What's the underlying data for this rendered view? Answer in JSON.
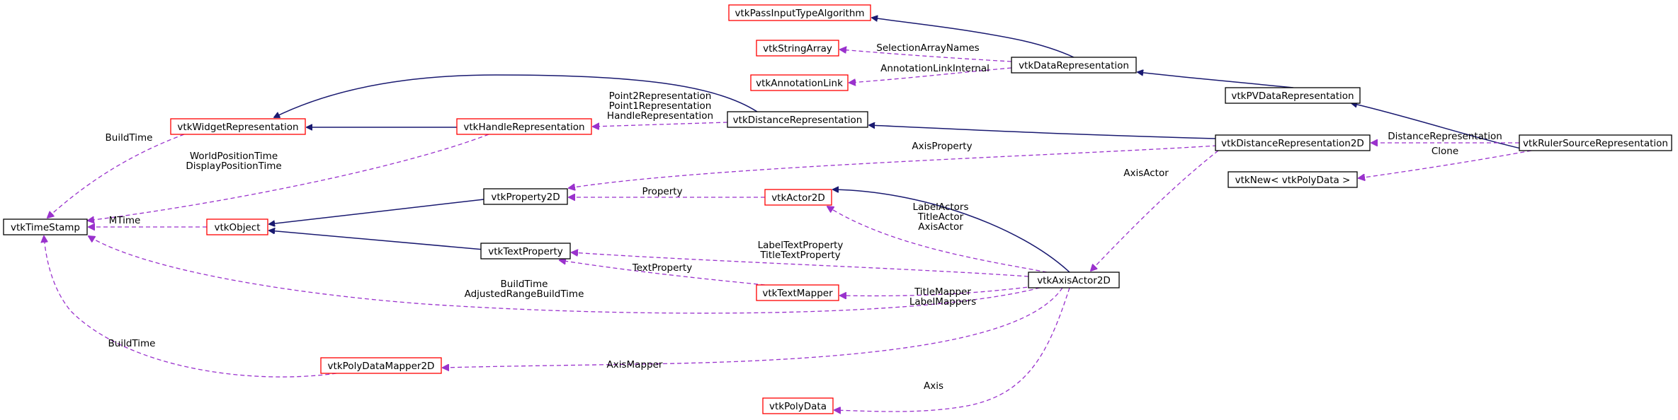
{
  "colors": {
    "inherit_edge": "#191970",
    "usage_edge": "#9a32cd",
    "documented_border": "#000000",
    "undocumented_border": "#ff0000",
    "focus_fill": "#bfbfbf"
  },
  "nodes": [
    {
      "id": "vtkRulerSourceRepresentation",
      "label": "vtkRulerSourceRepresentation",
      "style": "focus"
    },
    {
      "id": "vtkPVDataRepresentation",
      "label": "vtkPVDataRepresentation",
      "style": "doc"
    },
    {
      "id": "vtkDataRepresentation",
      "label": "vtkDataRepresentation",
      "style": "doc"
    },
    {
      "id": "vtkPassInputTypeAlgorithm",
      "label": "vtkPassInputTypeAlgorithm",
      "style": "undoc"
    },
    {
      "id": "vtkStringArray",
      "label": "vtkStringArray",
      "style": "undoc"
    },
    {
      "id": "vtkAnnotationLink",
      "label": "vtkAnnotationLink",
      "style": "undoc"
    },
    {
      "id": "vtkDistanceRepresentation2D",
      "label": "vtkDistanceRepresentation2D",
      "style": "doc"
    },
    {
      "id": "vtkDistanceRepresentation",
      "label": "vtkDistanceRepresentation",
      "style": "doc"
    },
    {
      "id": "vtkHandleRepresentation",
      "label": "vtkHandleRepresentation",
      "style": "undoc"
    },
    {
      "id": "vtkWidgetRepresentation",
      "label": "vtkWidgetRepresentation",
      "style": "undoc"
    },
    {
      "id": "vtkTimeStamp",
      "label": "vtkTimeStamp",
      "style": "doc"
    },
    {
      "id": "vtkObject",
      "label": "vtkObject",
      "style": "undoc"
    },
    {
      "id": "vtkProperty2D",
      "label": "vtkProperty2D",
      "style": "doc"
    },
    {
      "id": "vtkActor2D",
      "label": "vtkActor2D",
      "style": "undoc"
    },
    {
      "id": "vtkTextProperty",
      "label": "vtkTextProperty",
      "style": "doc"
    },
    {
      "id": "vtkTextMapper",
      "label": "vtkTextMapper",
      "style": "undoc"
    },
    {
      "id": "vtkAxisActor2D",
      "label": "vtkAxisActor2D",
      "style": "doc"
    },
    {
      "id": "vtkPolyDataMapper2D",
      "label": "vtkPolyDataMapper2D",
      "style": "undoc"
    },
    {
      "id": "vtkPolyData",
      "label": "vtkPolyData",
      "style": "undoc"
    },
    {
      "id": "vtkNewPolyData",
      "label": "vtkNew< vtkPolyData >",
      "style": "doc"
    }
  ],
  "edges": [
    {
      "from": "vtkRulerSourceRepresentation",
      "to": "vtkPVDataRepresentation",
      "kind": "inherit",
      "labels": []
    },
    {
      "from": "vtkPVDataRepresentation",
      "to": "vtkDataRepresentation",
      "kind": "inherit",
      "labels": []
    },
    {
      "from": "vtkDataRepresentation",
      "to": "vtkPassInputTypeAlgorithm",
      "kind": "inherit",
      "labels": []
    },
    {
      "from": "vtkDataRepresentation",
      "to": "vtkStringArray",
      "kind": "use",
      "labels": [
        "SelectionArrayNames"
      ]
    },
    {
      "from": "vtkDataRepresentation",
      "to": "vtkAnnotationLink",
      "kind": "use",
      "labels": [
        "AnnotationLinkInternal"
      ]
    },
    {
      "from": "vtkRulerSourceRepresentation",
      "to": "vtkDistanceRepresentation2D",
      "kind": "use",
      "labels": [
        "DistanceRepresentation"
      ]
    },
    {
      "from": "vtkRulerSourceRepresentation",
      "to": "vtkNewPolyData",
      "kind": "use",
      "labels": [
        "Clone"
      ]
    },
    {
      "from": "vtkDistanceRepresentation2D",
      "to": "vtkDistanceRepresentation",
      "kind": "inherit",
      "labels": []
    },
    {
      "from": "vtkDistanceRepresentation",
      "to": "vtkWidgetRepresentation",
      "kind": "inherit",
      "labels": []
    },
    {
      "from": "vtkDistanceRepresentation",
      "to": "vtkHandleRepresentation",
      "kind": "use",
      "labels": [
        "Point2Representation",
        "Point1Representation",
        "HandleRepresentation"
      ]
    },
    {
      "from": "vtkHandleRepresentation",
      "to": "vtkWidgetRepresentation",
      "kind": "inherit",
      "labels": []
    },
    {
      "from": "vtkWidgetRepresentation",
      "to": "vtkTimeStamp",
      "kind": "use",
      "labels": [
        "BuildTime"
      ]
    },
    {
      "from": "vtkHandleRepresentation",
      "to": "vtkTimeStamp",
      "kind": "use",
      "labels": [
        "WorldPositionTime",
        "DisplayPositionTime"
      ]
    },
    {
      "from": "vtkDistanceRepresentation2D",
      "to": "vtkProperty2D",
      "kind": "use",
      "labels": [
        "AxisProperty"
      ]
    },
    {
      "from": "vtkDistanceRepresentation2D",
      "to": "vtkAxisActor2D",
      "kind": "use",
      "labels": [
        "AxisActor"
      ]
    },
    {
      "from": "vtkObject",
      "to": "vtkTimeStamp",
      "kind": "use",
      "labels": [
        "MTime"
      ]
    },
    {
      "from": "vtkProperty2D",
      "to": "vtkObject",
      "kind": "inherit",
      "labels": []
    },
    {
      "from": "vtkTextProperty",
      "to": "vtkObject",
      "kind": "inherit",
      "labels": []
    },
    {
      "from": "vtkActor2D",
      "to": "vtkProperty2D",
      "kind": "use",
      "labels": [
        "Property"
      ]
    },
    {
      "from": "vtkAxisActor2D",
      "to": "vtkActor2D",
      "kind": "inherit",
      "labels": []
    },
    {
      "from": "vtkAxisActor2D",
      "to": "vtkActor2D",
      "kind": "use",
      "labels": [
        "LabelActors",
        "TitleActor",
        "AxisActor"
      ]
    },
    {
      "from": "vtkAxisActor2D",
      "to": "vtkTextProperty",
      "kind": "use",
      "labels": [
        "LabelTextProperty",
        "TitleTextProperty"
      ]
    },
    {
      "from": "vtkTextMapper",
      "to": "vtkTextProperty",
      "kind": "use",
      "labels": [
        "TextProperty"
      ]
    },
    {
      "from": "vtkAxisActor2D",
      "to": "vtkTextMapper",
      "kind": "use",
      "labels": [
        "TitleMapper",
        "LabelMappers"
      ]
    },
    {
      "from": "vtkAxisActor2D",
      "to": "vtkTimeStamp",
      "kind": "use",
      "labels": [
        "BuildTime",
        "AdjustedRangeBuildTime"
      ]
    },
    {
      "from": "vtkAxisActor2D",
      "to": "vtkPolyDataMapper2D",
      "kind": "use",
      "labels": [
        "AxisMapper"
      ]
    },
    {
      "from": "vtkAxisActor2D",
      "to": "vtkPolyData",
      "kind": "use",
      "labels": [
        "Axis"
      ]
    },
    {
      "from": "vtkPolyDataMapper2D",
      "to": "vtkTimeStamp",
      "kind": "use",
      "labels": [
        "BuildTime"
      ]
    }
  ]
}
